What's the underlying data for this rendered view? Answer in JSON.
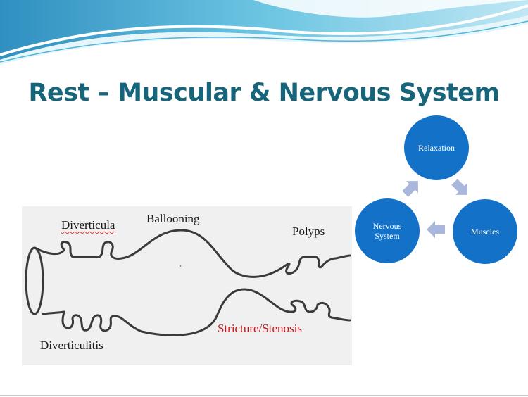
{
  "slide": {
    "title": "Rest – Muscular & Nervous System"
  },
  "diagram": {
    "labels": {
      "diverticula": "Diverticula",
      "ballooning": "Ballooning",
      "polyps": "Polyps",
      "diverticulitis": "Diverticulitis",
      "stricture": "Stricture/Stenosis"
    },
    "stricture_color": "#c0151a"
  },
  "cycle": {
    "nodes": [
      "Relaxation",
      "Muscles",
      "Nervous System"
    ],
    "node_color": "#1372c7",
    "arrow_color": "#a9b7dc"
  },
  "theme": {
    "title_color": "#17657a",
    "wave_colors": [
      "#2e9ac9",
      "#7ccfe6",
      "#c5ebf5"
    ]
  }
}
